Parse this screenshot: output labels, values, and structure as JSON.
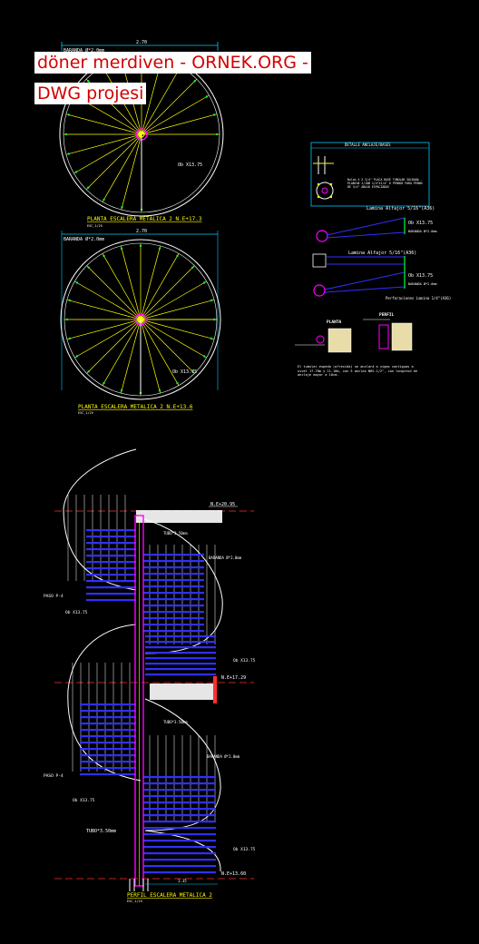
{
  "header": {
    "title_line1": "döner merdiven - ORNEK.ORG -",
    "title_line2": "DWG projesi"
  },
  "colors": {
    "background": "#000000",
    "title_text": "#d40000",
    "cad_cyan": "#00c8ff",
    "cad_yellow": "#ffff00",
    "cad_white": "#ffffff",
    "cad_magenta": "#ff00ff",
    "cad_blue": "#3030ff",
    "cad_red": "#ff3030",
    "cad_green": "#00ff40"
  },
  "plan_top": {
    "overall_dim": "2.70",
    "label_baranda": "BARANDA Ø*2.0mm",
    "label_ob": "Ob X13.75",
    "caption": "PLANTA ESCALERA METALICA 2 N.E+17.3",
    "sub": "ESC_1/25"
  },
  "plan_mid": {
    "overall_dim": "2.70",
    "label_baranda": "BARANDA Ø*2.0mm",
    "label_ob": "Ob X13.75",
    "caption": "PLANTA ESCALERA METALICA 2 N.E+13.6",
    "sub": "ESC_1/25"
  },
  "detail": {
    "box_title": "DETALLE ANCLAJE/BASES",
    "box_note": "Bulon 4 X 3/4\" PLACA BASE TUBULAR SOLDADA - PLANCHA 2/10Ø 1/4\"X1/4\" 6 PERNOS PARA PERNO DE 3/4\" ABAJO ESPACIADOS",
    "lamina1": "Lamina Alfajor 5/16\"(A36)",
    "ob1": "Ob X13.75",
    "baranda1": "BARANDA Ø*2.0mm",
    "lamina2": "Lamina Alfajor 5/16\"(A36)",
    "ob2": "Ob X13.75",
    "baranda2": "BARANDA Ø*2.0mm",
    "perforaciones": "Perforaciones Lamina 1/4\"(A36)",
    "planta": "PLANTA",
    "perfil": "PERFIL",
    "note": "El tubular espeda (ofrecida) se anclará a vigas contiguas a nivel 17.70m y 11.10m, con 5 anclas NHS-1/2\", con longitud de anclaje mayor a 10cm."
  },
  "elevation": {
    "level_top": "N.E+20.95",
    "level_mid": "N.E+17.29",
    "level_bot": "N.E+13.60",
    "tubo1": "TUBO*3.50mm",
    "baranda1": "BARANDA Ø*2.0mm",
    "paso1": "PASO P-4",
    "ob1": "Ob X13.75",
    "ob_right": "Ob X13.75",
    "tubo2": "TUBO*3.50mm",
    "baranda2": "BARANDA Ø*2.0mm",
    "paso2": "PASO P-4",
    "ob2": "Ob X13.75",
    "tubo3": "TUBO*3.50mm",
    "ob3": "Ob X13.75",
    "dim_bottom": "1.35",
    "caption": "PERFIL ESCALERA METALICA 2",
    "sub": "ESC_1/25"
  }
}
